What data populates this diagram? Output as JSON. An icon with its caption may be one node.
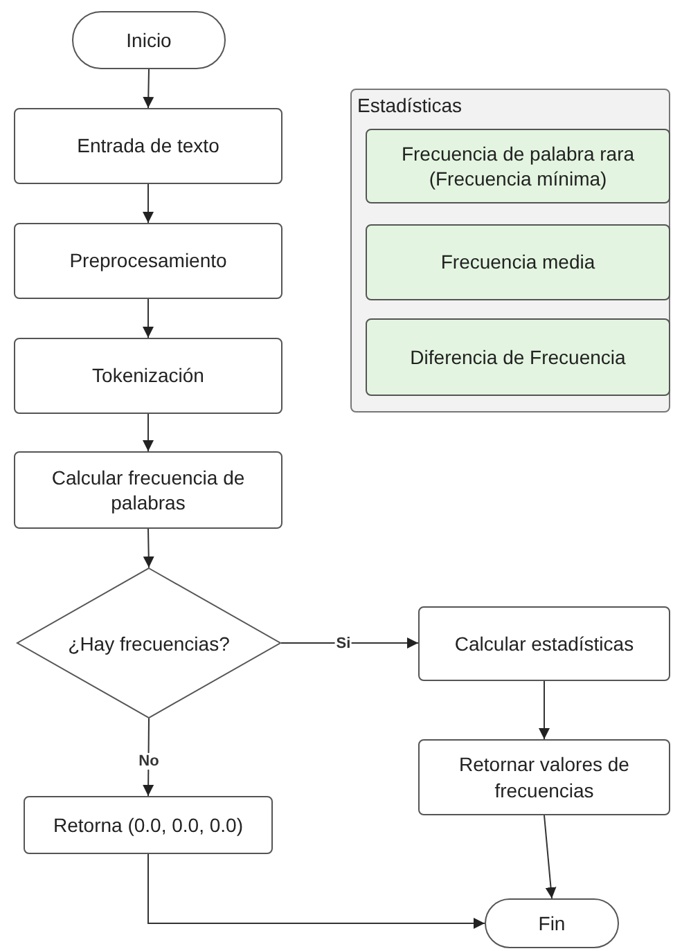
{
  "diagram": {
    "nodes": [
      {
        "text": [
          "Inicio"
        ]
      },
      {
        "text": [
          "Entrada de texto"
        ]
      },
      {
        "text": [
          "Preprocesamiento"
        ]
      },
      {
        "text": [
          "Tokenización"
        ]
      },
      {
        "text": [
          "Calcular frecuencia de palabras"
        ]
      },
      {
        "text": [
          "¿Hay frecuencias?"
        ]
      },
      {
        "text": [
          "Calcular estadísticas"
        ]
      },
      {
        "text": [
          "Retornar valores de frecuencias"
        ]
      },
      {
        "text": [
          "Retorna (0.0, 0.0, 0.0)"
        ]
      },
      {
        "text": [
          "Fin"
        ]
      },
      {
        "text": [
          "Estadísticas"
        ]
      },
      {
        "text": [
          "Frecuencia de palabra rara (Frecuencia mínima)"
        ],
        "in": 10
      },
      {
        "text": [
          "Frecuencia media"
        ],
        "in": 10
      },
      {
        "text": [
          "Diferencia de Frecuencia"
        ],
        "in": 10
      }
    ],
    "edges": [
      {
        "from": 0,
        "to": 1,
        "arrow": "to"
      },
      {
        "from": 1,
        "to": 2,
        "arrow": "to"
      },
      {
        "from": 2,
        "to": 3,
        "arrow": "to"
      },
      {
        "from": 3,
        "to": 4,
        "arrow": "to"
      },
      {
        "from": 4,
        "to": 5,
        "arrow": "to"
      },
      {
        "from": 5,
        "to": 6,
        "arrow": "to",
        "label": "Si"
      },
      {
        "from": 5,
        "to": 8,
        "arrow": "to",
        "label": "No"
      },
      {
        "from": 6,
        "to": 7,
        "arrow": "to"
      },
      {
        "from": 7,
        "to": 9,
        "arrow": "to"
      },
      {
        "from": 8,
        "to": 9,
        "arrow": "to"
      }
    ]
  }
}
